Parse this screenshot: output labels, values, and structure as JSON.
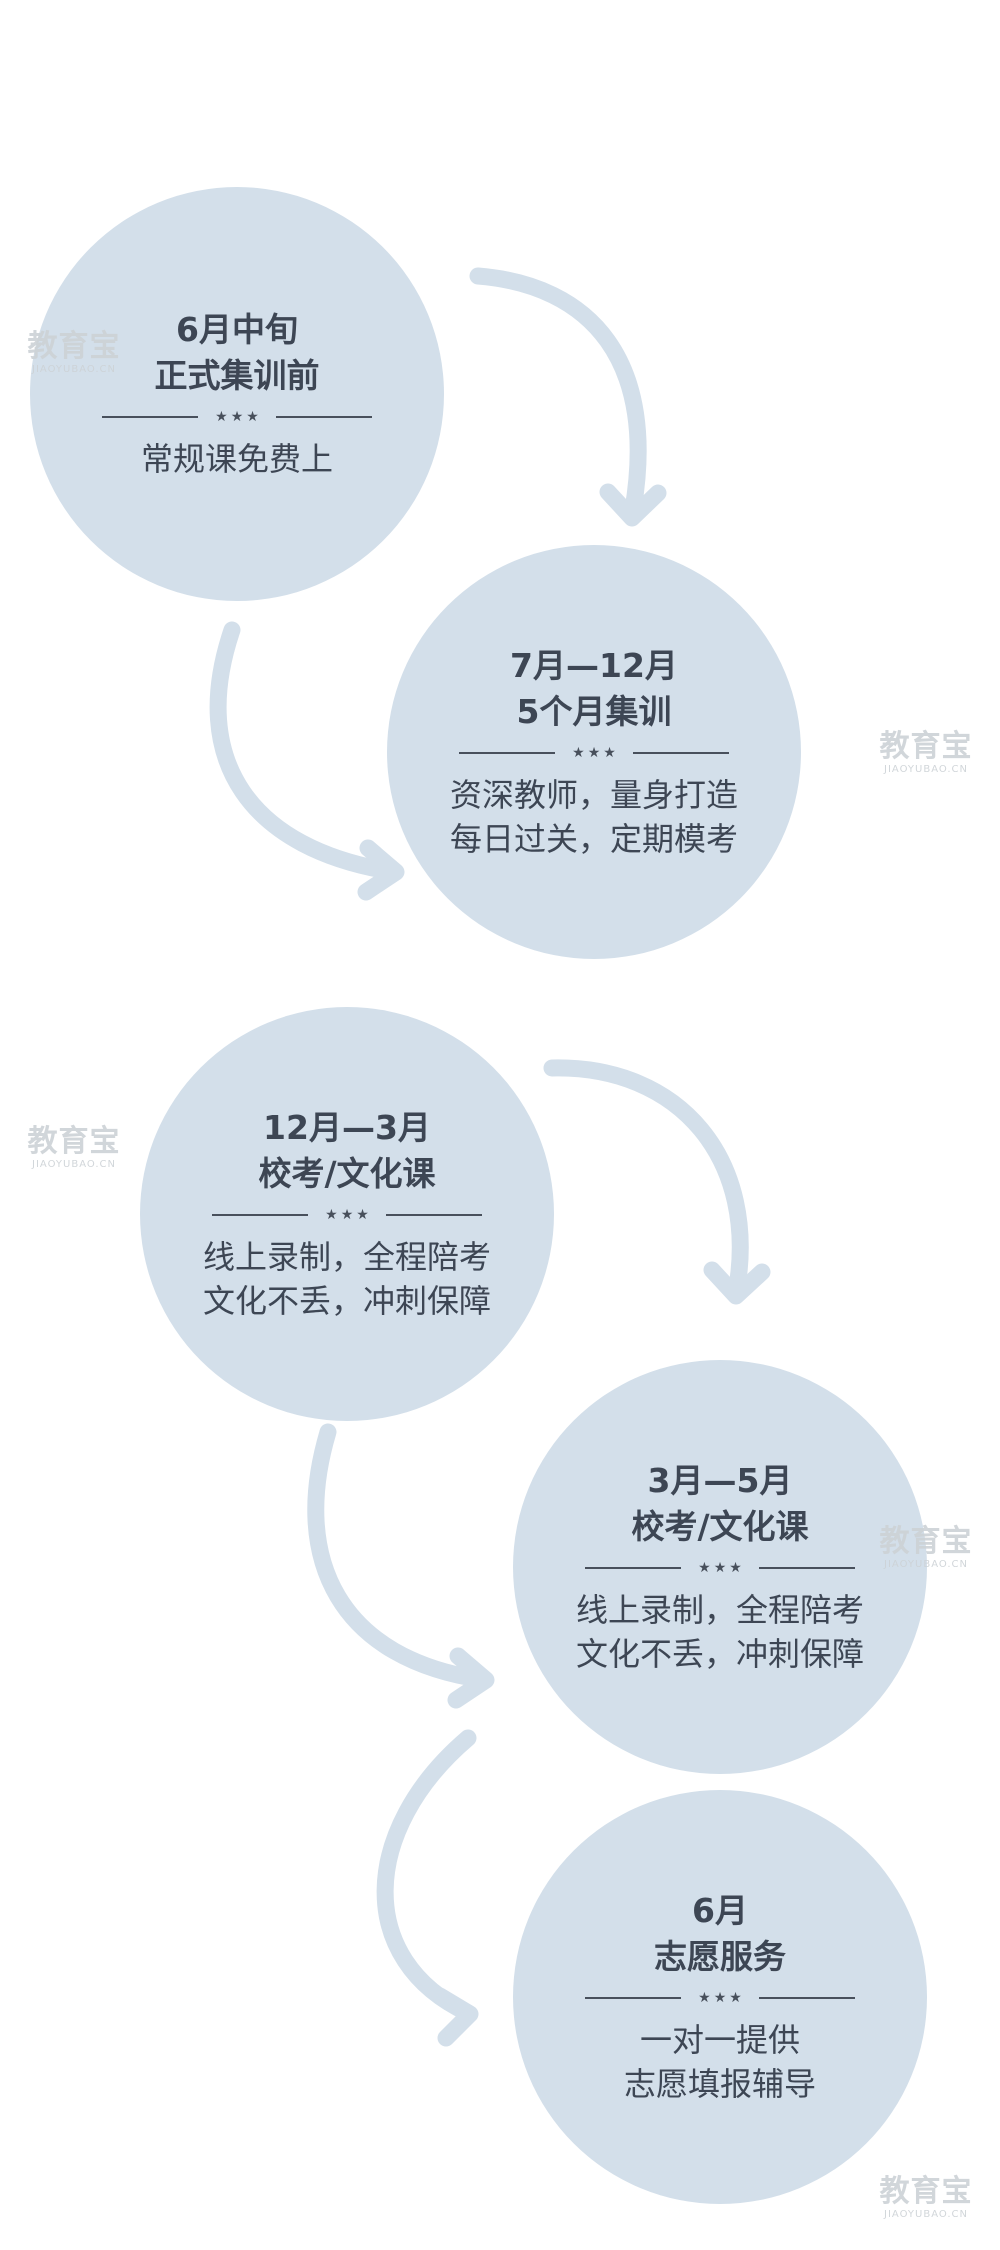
{
  "stages": [
    {
      "title_lines": [
        "6月中旬",
        "正式集训前"
      ],
      "stars": "★★★",
      "desc_lines": [
        "常规课免费上"
      ]
    },
    {
      "title_lines": [
        "7月—12月",
        "5个月集训"
      ],
      "stars": "★★★",
      "desc_lines": [
        "资深教师，量身打造",
        "每日过关，定期模考"
      ]
    },
    {
      "title_lines": [
        "12月—3月",
        "校考/文化课"
      ],
      "stars": "★★★",
      "desc_lines": [
        "线上录制，全程陪考",
        "文化不丢，冲刺保障"
      ]
    },
    {
      "title_lines": [
        "3月—5月",
        "校考/文化课"
      ],
      "stars": "★★★",
      "desc_lines": [
        "线上录制，全程陪考",
        "文化不丢，冲刺保障"
      ]
    },
    {
      "title_lines": [
        "6月",
        "志愿服务"
      ],
      "stars": "★★★",
      "desc_lines": [
        "一对一提供",
        "志愿填报辅导"
      ]
    }
  ],
  "watermark": {
    "main": "教育宝",
    "sub": "JIAOYUBAO.CN"
  },
  "colors": {
    "circle": "#d3dfea",
    "arrow": "#d3dfea",
    "text": "#3d4654"
  },
  "icons": {
    "arrow": "curved-arrow-icon",
    "stars": "three-stars-icon"
  }
}
